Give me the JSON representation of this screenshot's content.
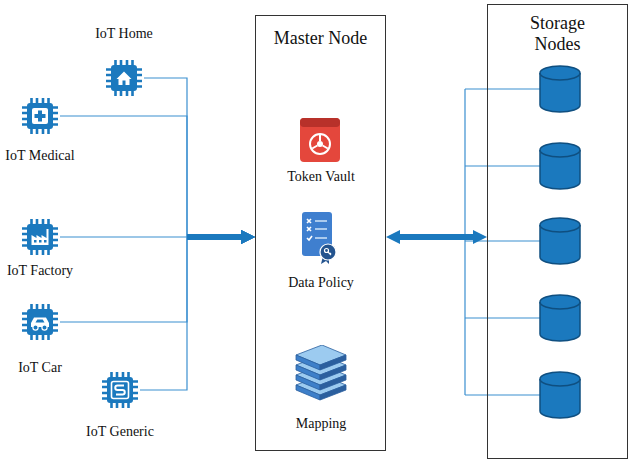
{
  "diagram": {
    "nodes": [
      {
        "text": [
          "IoT Home"
        ]
      },
      {
        "text": [
          "IoT Medical"
        ]
      },
      {
        "text": [
          "IoT Factory"
        ]
      },
      {
        "text": [
          "IoT Car"
        ]
      },
      {
        "text": [
          "IoT Generic"
        ]
      },
      {
        "text": [
          "Master Node"
        ]
      },
      {
        "text": [
          "Token Vault"
        ],
        "in": 5
      },
      {
        "text": [
          "Data Policy"
        ],
        "in": 5
      },
      {
        "text": [
          "Mapping"
        ],
        "in": 5
      },
      {
        "text": [
          "Storage Nodes"
        ]
      }
    ],
    "edges": [
      {
        "from": 0,
        "to": 5,
        "arrow": "to"
      },
      {
        "from": 1,
        "to": 5,
        "arrow": "to"
      },
      {
        "from": 2,
        "to": 5,
        "arrow": "to"
      },
      {
        "from": 3,
        "to": 5,
        "arrow": "to"
      },
      {
        "from": 4,
        "to": 5,
        "arrow": "to"
      },
      {
        "from": 5,
        "to": 9,
        "arrow": "both"
      }
    ]
  }
}
